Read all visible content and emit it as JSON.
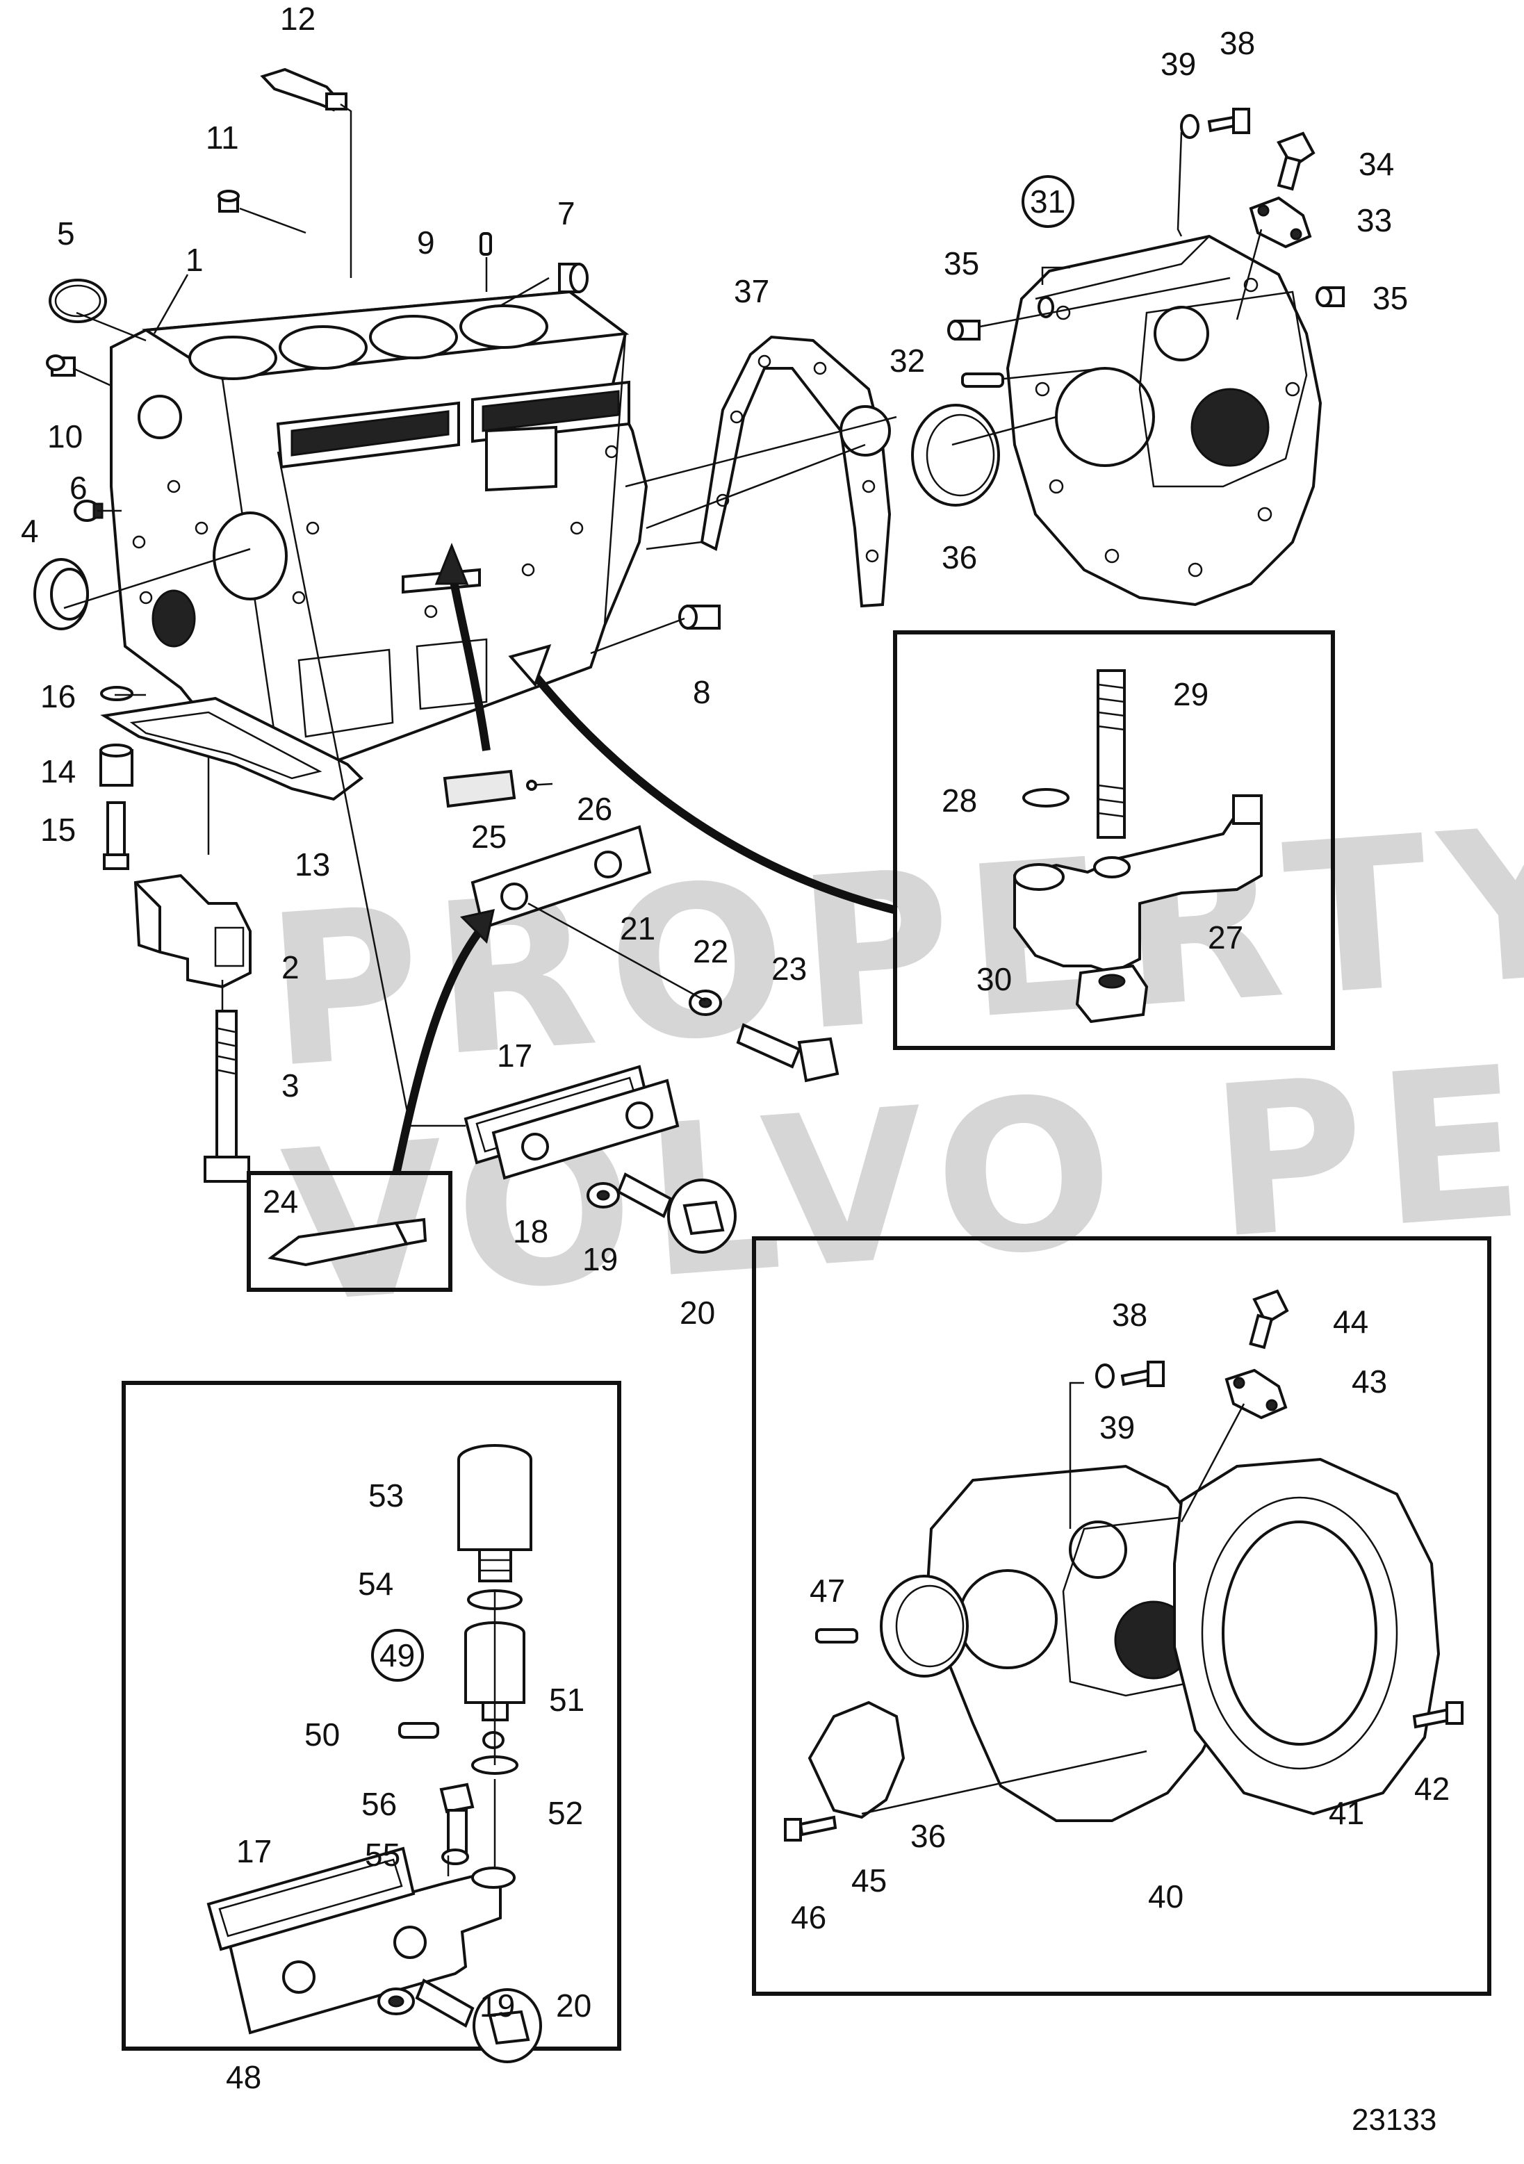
{
  "figure": {
    "reference_number": "23133",
    "watermark_lines": [
      "PROPERTY OF",
      "VOLVO PENTA"
    ]
  },
  "labels": [
    {
      "id": "1",
      "text": "1"
    },
    {
      "id": "2",
      "text": "2"
    },
    {
      "id": "3",
      "text": "3"
    },
    {
      "id": "4",
      "text": "4"
    },
    {
      "id": "5",
      "text": "5"
    },
    {
      "id": "6",
      "text": "6"
    },
    {
      "id": "7",
      "text": "7"
    },
    {
      "id": "8",
      "text": "8"
    },
    {
      "id": "9",
      "text": "9"
    },
    {
      "id": "10",
      "text": "10"
    },
    {
      "id": "11",
      "text": "11"
    },
    {
      "id": "12",
      "text": "12"
    },
    {
      "id": "13",
      "text": "13"
    },
    {
      "id": "14",
      "text": "14"
    },
    {
      "id": "15",
      "text": "15"
    },
    {
      "id": "16",
      "text": "16"
    },
    {
      "id": "17a",
      "text": "17"
    },
    {
      "id": "18",
      "text": "18"
    },
    {
      "id": "19a",
      "text": "19"
    },
    {
      "id": "20a",
      "text": "20"
    },
    {
      "id": "21",
      "text": "21"
    },
    {
      "id": "22",
      "text": "22"
    },
    {
      "id": "23",
      "text": "23"
    },
    {
      "id": "24",
      "text": "24"
    },
    {
      "id": "25",
      "text": "25"
    },
    {
      "id": "26",
      "text": "26"
    },
    {
      "id": "27",
      "text": "27"
    },
    {
      "id": "28",
      "text": "28"
    },
    {
      "id": "29",
      "text": "29"
    },
    {
      "id": "30",
      "text": "30"
    },
    {
      "id": "31",
      "text": "31"
    },
    {
      "id": "32",
      "text": "32"
    },
    {
      "id": "33",
      "text": "33"
    },
    {
      "id": "34",
      "text": "34"
    },
    {
      "id": "35a",
      "text": "35"
    },
    {
      "id": "35b",
      "text": "35"
    },
    {
      "id": "36a",
      "text": "36"
    },
    {
      "id": "37",
      "text": "37"
    },
    {
      "id": "38a",
      "text": "38"
    },
    {
      "id": "39a",
      "text": "39"
    },
    {
      "id": "38b",
      "text": "38"
    },
    {
      "id": "39b",
      "text": "39"
    },
    {
      "id": "40",
      "text": "40"
    },
    {
      "id": "41",
      "text": "41"
    },
    {
      "id": "42",
      "text": "42"
    },
    {
      "id": "43",
      "text": "43"
    },
    {
      "id": "44",
      "text": "44"
    },
    {
      "id": "45",
      "text": "45"
    },
    {
      "id": "46",
      "text": "46"
    },
    {
      "id": "47",
      "text": "47"
    },
    {
      "id": "36b",
      "text": "36"
    },
    {
      "id": "49",
      "text": "49"
    },
    {
      "id": "50",
      "text": "50"
    },
    {
      "id": "51",
      "text": "51"
    },
    {
      "id": "52",
      "text": "52"
    },
    {
      "id": "53",
      "text": "53"
    },
    {
      "id": "54",
      "text": "54"
    },
    {
      "id": "55",
      "text": "55"
    },
    {
      "id": "56",
      "text": "56"
    },
    {
      "id": "17b",
      "text": "17"
    },
    {
      "id": "48",
      "text": "48"
    },
    {
      "id": "19b",
      "text": "19"
    },
    {
      "id": "20b",
      "text": "20"
    }
  ]
}
